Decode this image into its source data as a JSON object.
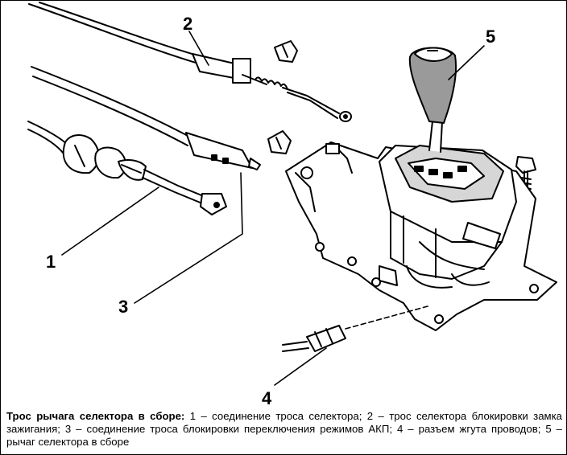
{
  "callouts": {
    "c1": "1",
    "c2": "2",
    "c3": "3",
    "c4": "4",
    "c5": "5"
  },
  "caption": {
    "title": "Трос рычага селектора в сборе:",
    "body": " 1 – соединение троса селектора; 2 – трос селектора блокировки замка зажигания; 3 – соединение троса блокировки переключения режимов АКП; 4 – разъем жгута проводов; 5 – рычаг селектора в сборе"
  },
  "colors": {
    "ink": "#000000",
    "paper": "#ffffff",
    "shade": "#9a9a9a",
    "light_shade": "#d6d6d6"
  }
}
